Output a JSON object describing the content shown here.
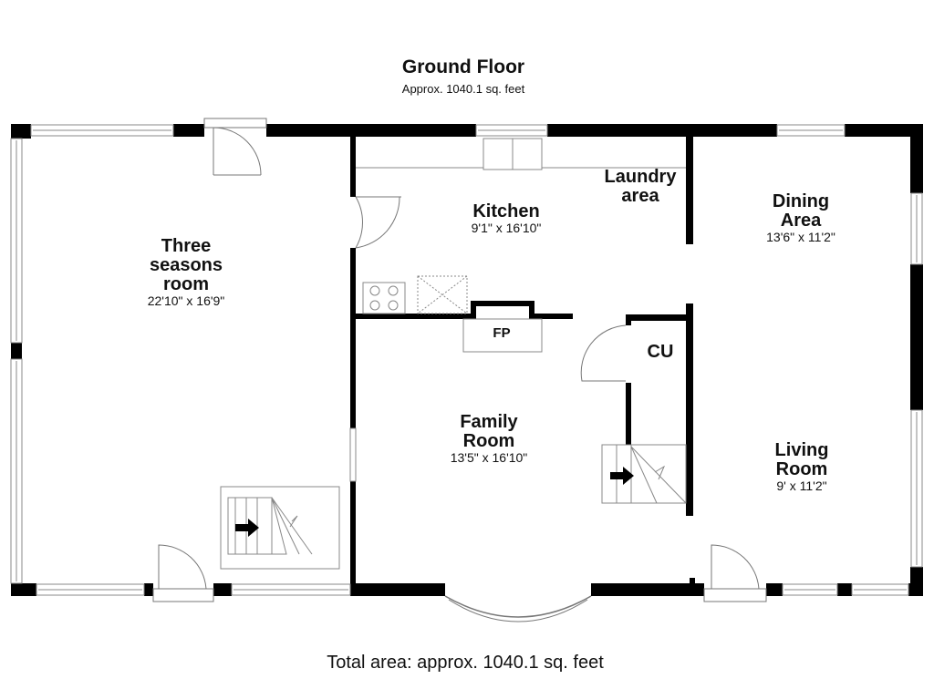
{
  "header": {
    "title": "Ground Floor",
    "subtitle": "Approx. 1040.1 sq. feet"
  },
  "rooms": [
    {
      "name_lines": [
        "Three",
        "seasons",
        "room"
      ],
      "dims": "22'10\" x 16'9\""
    },
    {
      "name_lines": [
        "Kitchen"
      ],
      "dims": "9'1\" x 16'10\""
    },
    {
      "name_lines": [
        "Laundry",
        "area"
      ],
      "dims": ""
    },
    {
      "name_lines": [
        "Dining",
        "Area"
      ],
      "dims": "13'6\" x 11'2\""
    },
    {
      "name_lines": [
        "FP"
      ],
      "dims": ""
    },
    {
      "name_lines": [
        "CU"
      ],
      "dims": ""
    },
    {
      "name_lines": [
        "Family",
        "Room"
      ],
      "dims": "13'5\" x 16'10\""
    },
    {
      "name_lines": [
        "Living",
        "Room"
      ],
      "dims": "9' x 11'2\""
    }
  ],
  "footer": {
    "total": "Total area: approx. 1040.1 sq. feet"
  }
}
